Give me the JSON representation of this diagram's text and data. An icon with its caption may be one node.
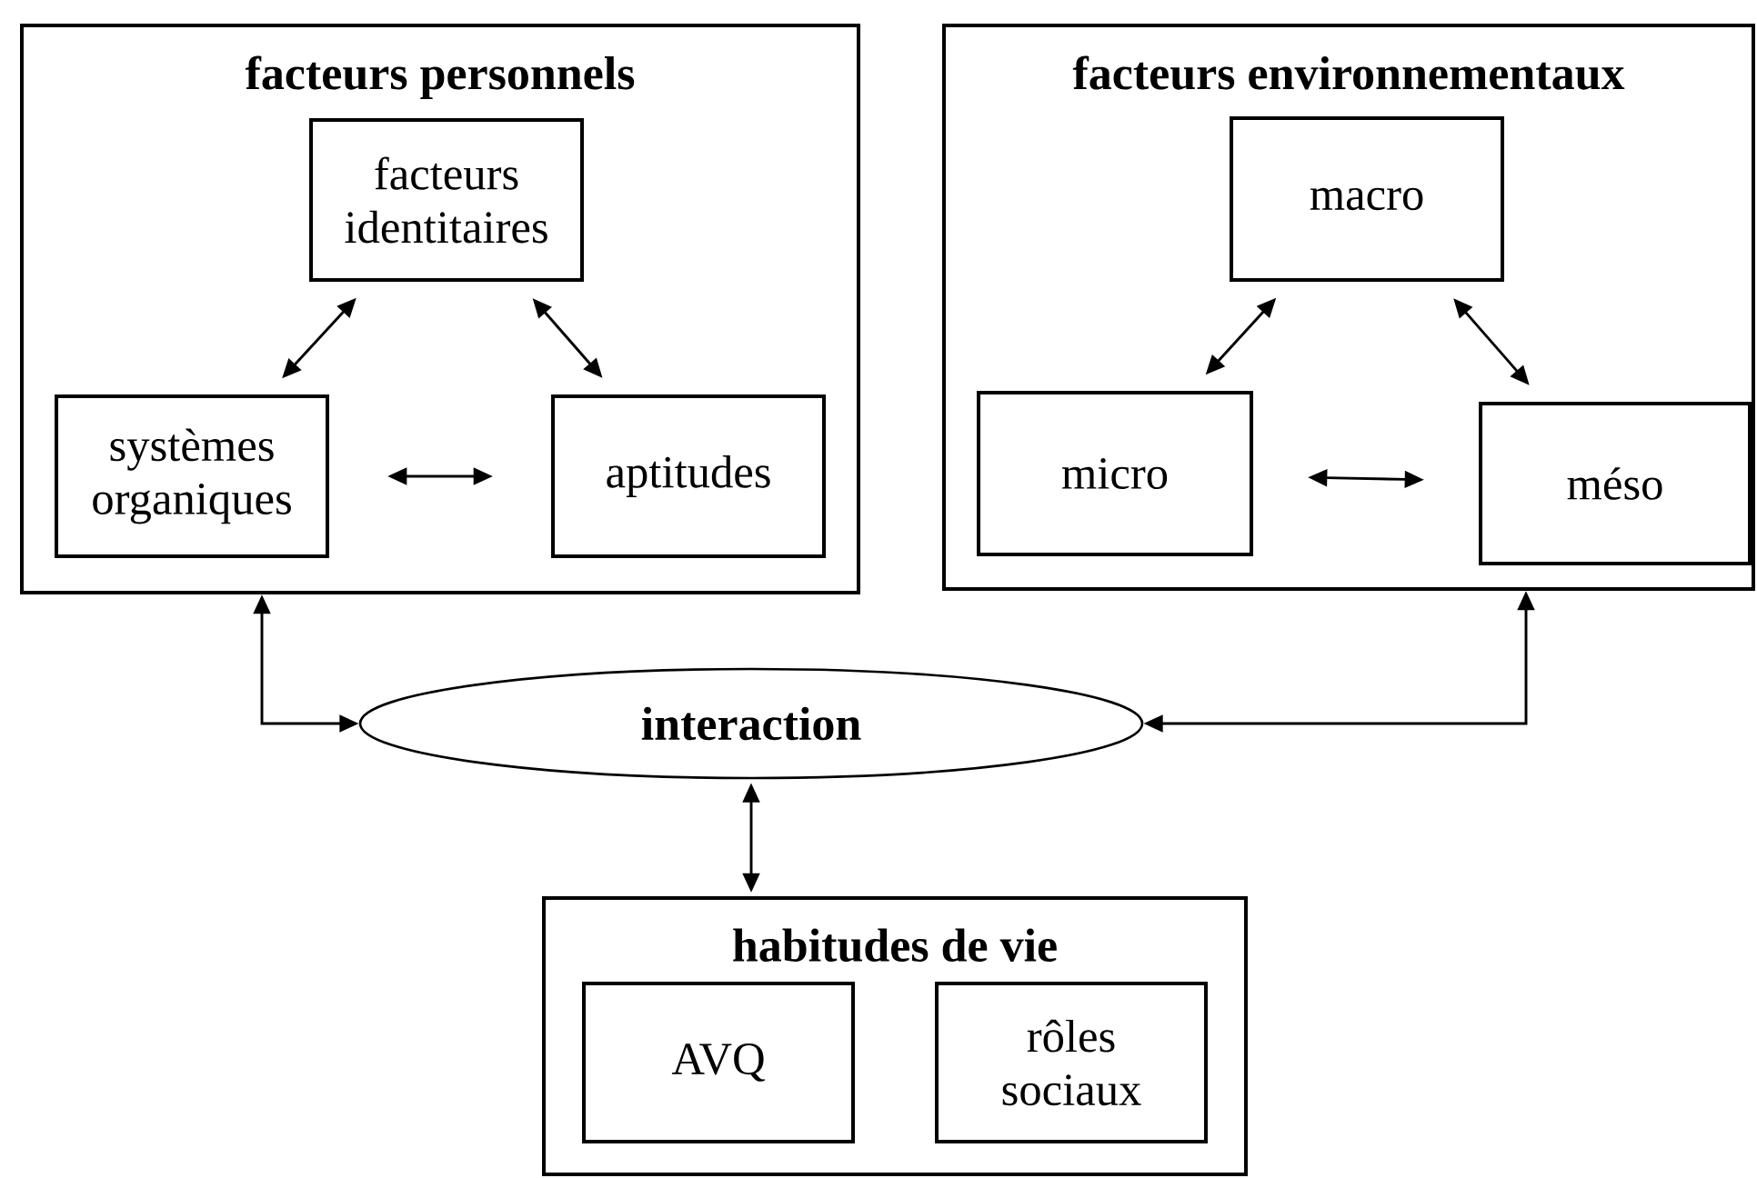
{
  "diagram": {
    "nodes": [
      {
        "text": [
          "facteurs personnels"
        ]
      },
      {
        "text": [
          "facteurs identitaires"
        ],
        "in": 0
      },
      {
        "text": [
          "systèmes organiques"
        ],
        "in": 0
      },
      {
        "text": [
          "aptitudes"
        ],
        "in": 0
      },
      {
        "text": [
          "facteurs environnementaux"
        ]
      },
      {
        "text": [
          "macro"
        ],
        "in": 4
      },
      {
        "text": [
          "micro"
        ],
        "in": 4
      },
      {
        "text": [
          "méso"
        ],
        "in": 4
      },
      {
        "text": [
          "interaction"
        ]
      },
      {
        "text": [
          "habitudes de vie"
        ]
      },
      {
        "text": [
          "AVQ"
        ],
        "in": 9
      },
      {
        "text": [
          "rôles sociaux"
        ],
        "in": 9
      }
    ],
    "edges": [
      {
        "from": 1,
        "to": 2,
        "arrow": "both"
      },
      {
        "from": 1,
        "to": 3,
        "arrow": "both"
      },
      {
        "from": 2,
        "to": 3,
        "arrow": "both"
      },
      {
        "from": 5,
        "to": 6,
        "arrow": "both"
      },
      {
        "from": 5,
        "to": 7,
        "arrow": "both"
      },
      {
        "from": 6,
        "to": 7,
        "arrow": "both"
      },
      {
        "from": 0,
        "to": 8,
        "arrow": "both"
      },
      {
        "from": 4,
        "to": 8,
        "arrow": "both"
      },
      {
        "from": 8,
        "to": 9,
        "arrow": "both"
      }
    ]
  }
}
